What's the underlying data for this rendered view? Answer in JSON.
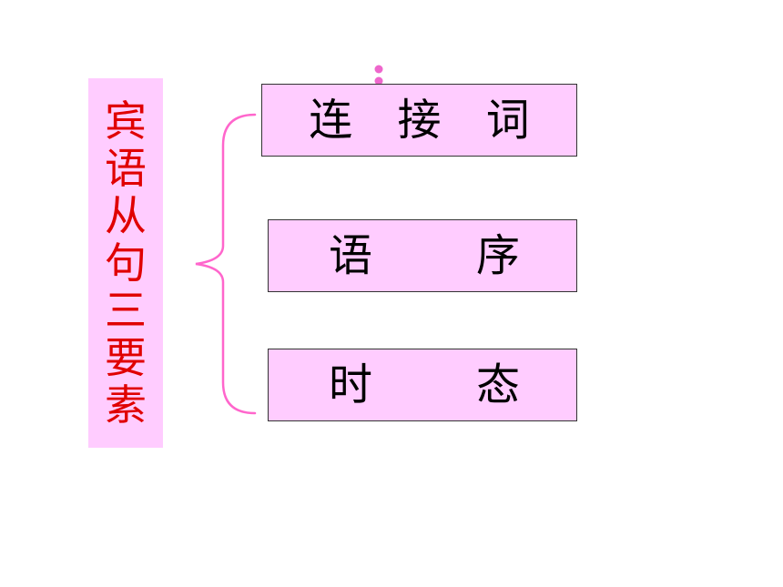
{
  "title": {
    "chars": [
      "宾",
      "语",
      "从",
      "句",
      "三",
      "要",
      "素"
    ]
  },
  "items": [
    {
      "text": "连 接 词"
    },
    {
      "left": "语",
      "right": "序"
    },
    {
      "left": "时",
      "right": "态"
    }
  ],
  "colors": {
    "box_fill": "#ffccff",
    "title_text": "#e00000",
    "brace": "#ff66cc",
    "dots": "#ee66cc"
  }
}
